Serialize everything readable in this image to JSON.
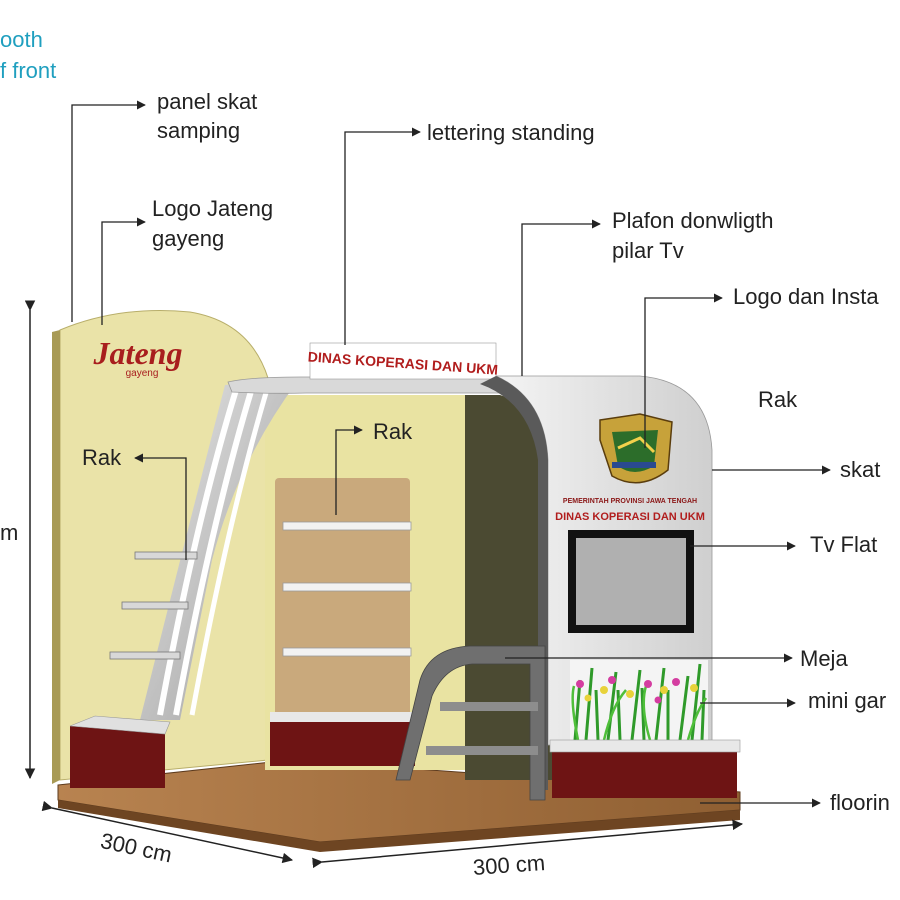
{
  "title": {
    "line1": "ooth",
    "line2": "f front"
  },
  "labels": {
    "panel_skat": [
      "panel skat",
      "samping"
    ],
    "lettering": "lettering standing",
    "logo_jateng": [
      "Logo Jateng",
      "gayeng"
    ],
    "plafon": [
      "Plafon donwligth",
      "pilar Tv"
    ],
    "logo_dan_insta": "Logo dan Insta",
    "rak_right": "Rak",
    "rak_left": "Rak",
    "rak_center": "Rak",
    "skat": "skat",
    "tv_flat": "Tv Flat",
    "meja": "Meja",
    "mini_garden": "mini gar",
    "flooring": "floorin",
    "dim_height": "m",
    "dim_depth": "300 cm",
    "dim_width": "300 cm"
  },
  "booth": {
    "jateng_logo": "Jateng",
    "jateng_sub": "gayeng",
    "lettering_sign": "DINAS KOPERASI DAN UKM",
    "pilar_line1": "PEMERINTAH PROVINSI JAWA TENGAH",
    "pilar_line2": "DINAS KOPERASI DAN UKM"
  },
  "colors": {
    "label_text": "#222222",
    "title_text": "#1f9fbf",
    "wall_cream": "#eae3a8",
    "panel_tan": "#c9a97c",
    "floor_wood": "#b07a45",
    "sign_red": "#b11d1d",
    "pilar_grey": "#dcdcdc"
  }
}
